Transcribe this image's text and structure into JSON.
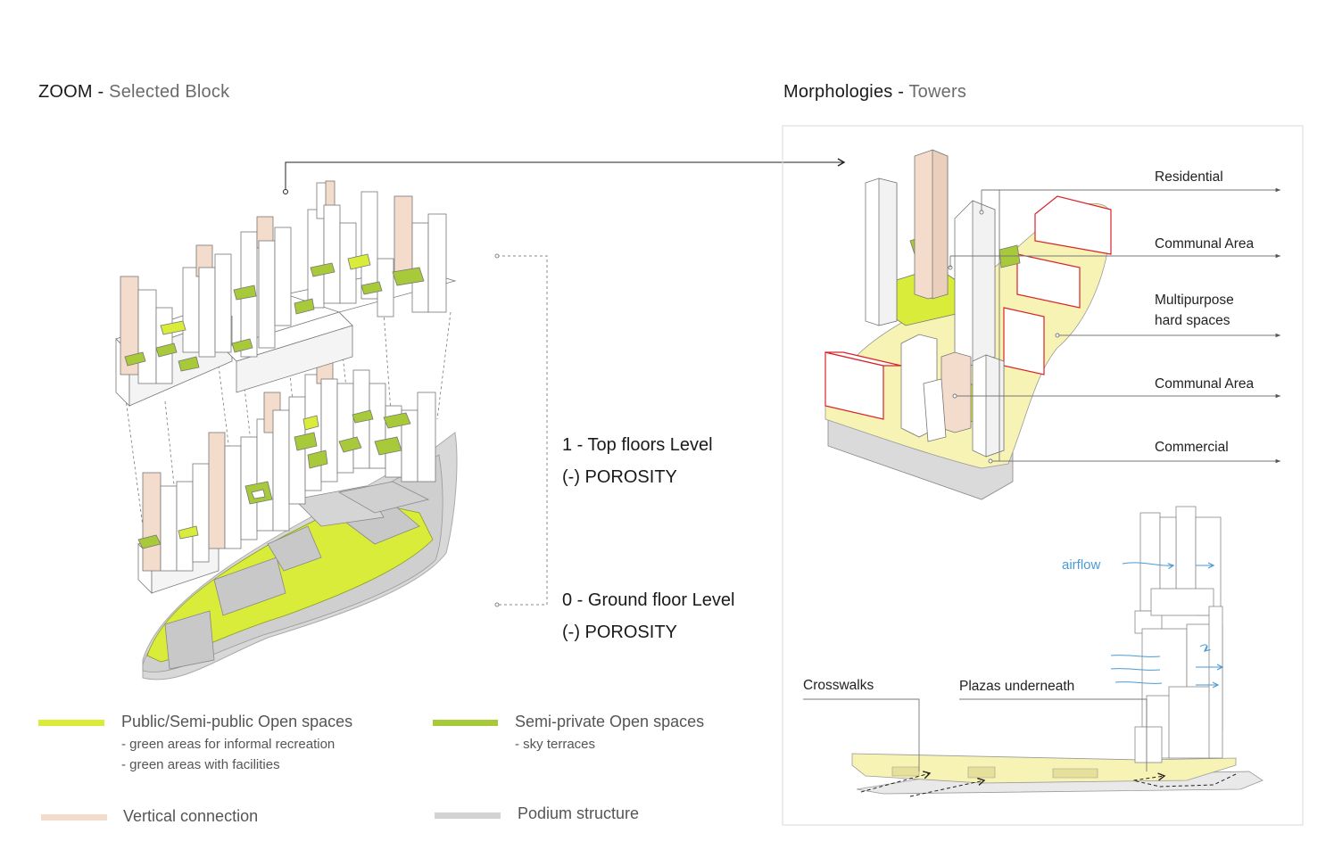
{
  "left_panel": {
    "title_main": "ZOOM",
    "title_sep": " - ",
    "title_sub": "Selected Block"
  },
  "right_panel": {
    "title_main": "Morphologies",
    "title_sep": " - ",
    "title_sub": "Towers"
  },
  "levels": {
    "top": {
      "name": "1 - Top floors Level",
      "porosity": "(-) POROSITY"
    },
    "ground": {
      "name": "0 - Ground floor Level",
      "porosity": "(-) POROSITY"
    }
  },
  "tower_labels": [
    "Residential",
    "Communal Area",
    "Multipurpose",
    "hard spaces",
    "Communal Area",
    "Commercial"
  ],
  "section_labels": {
    "airflow": "airflow",
    "crosswalks": "Crosswalks",
    "plazas": "Plazas underneath"
  },
  "legend": {
    "public": {
      "title": "Public/Semi-public Open spaces",
      "sub1": "- green areas for informal recreation",
      "sub2": "- green areas with facilities"
    },
    "semiprivate": {
      "title": "Semi-private Open spaces",
      "sub1": "- sky terraces"
    },
    "vertical": {
      "title": "Vertical connection"
    },
    "podium": {
      "title": "Podium structure"
    }
  },
  "colors": {
    "public_green": "#d9ec3a",
    "semiprivate_green": "#a8c93a",
    "vertical": "#f3dccb",
    "podium": "#d3d3d3",
    "pale_yellow": "#f7f3b4",
    "commercial_red": "#d8242a",
    "airflow_blue": "#4a9ad4"
  }
}
